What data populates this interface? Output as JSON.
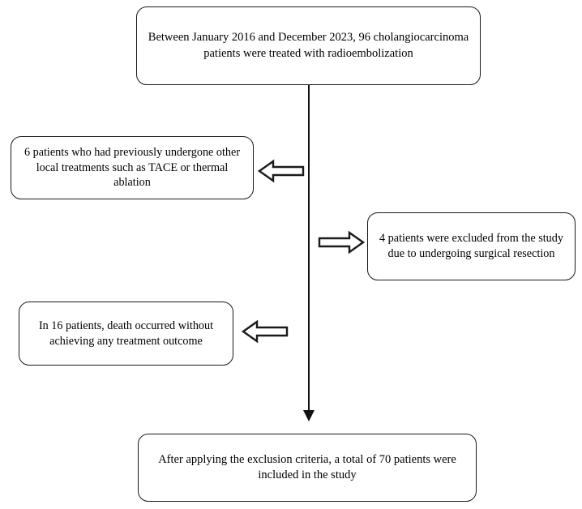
{
  "diagram": {
    "title": "Patient selection flowchart",
    "type": "flowchart",
    "colors": {
      "background": "#ffffff",
      "stroke": "#1a1a1a",
      "text": "#000000",
      "arrow_fill": "#ffffff"
    },
    "nodes": {
      "enrolled": {
        "id": "enrolled-cohort-box",
        "text": "Between January 2016 and December 2023, 96 cholangiocarcinoma patients were treated with radioembolization",
        "count": 96,
        "position": "top-center"
      },
      "excluded_1": {
        "id": "excluded-prior-local-treatment-box",
        "text": "6 patients who had previously undergone other local treatments such as TACE or thermal ablation",
        "count": 6,
        "position": "left"
      },
      "excluded_2": {
        "id": "excluded-surgical-resection-box",
        "text": "4 patients were excluded from the study due to undergoing surgical resection",
        "count": 4,
        "position": "right"
      },
      "excluded_3": {
        "id": "excluded-death-before-outcome-box",
        "text": "In 16 patients, death occurred without achieving any treatment outcome",
        "count": 16,
        "position": "left"
      },
      "included": {
        "id": "final-included-cohort-box",
        "text": "After applying the exclusion criteria, a total of 70 patients were included in the study",
        "count": 70,
        "position": "bottom-center"
      }
    },
    "connectors": {
      "main_stem": {
        "name": "vertical-flow-line",
        "from": "enrolled",
        "to": "included",
        "arrowhead": "solid-down"
      },
      "exclusion_arrows": [
        {
          "name": "exclusion-arrow-left-1",
          "direction": "left",
          "style": "hollow-block",
          "to": "excluded_1"
        },
        {
          "name": "exclusion-arrow-right-1",
          "direction": "right",
          "style": "hollow-block",
          "to": "excluded_2"
        },
        {
          "name": "exclusion-arrow-left-2",
          "direction": "left",
          "style": "hollow-block",
          "to": "excluded_3"
        }
      ]
    }
  }
}
